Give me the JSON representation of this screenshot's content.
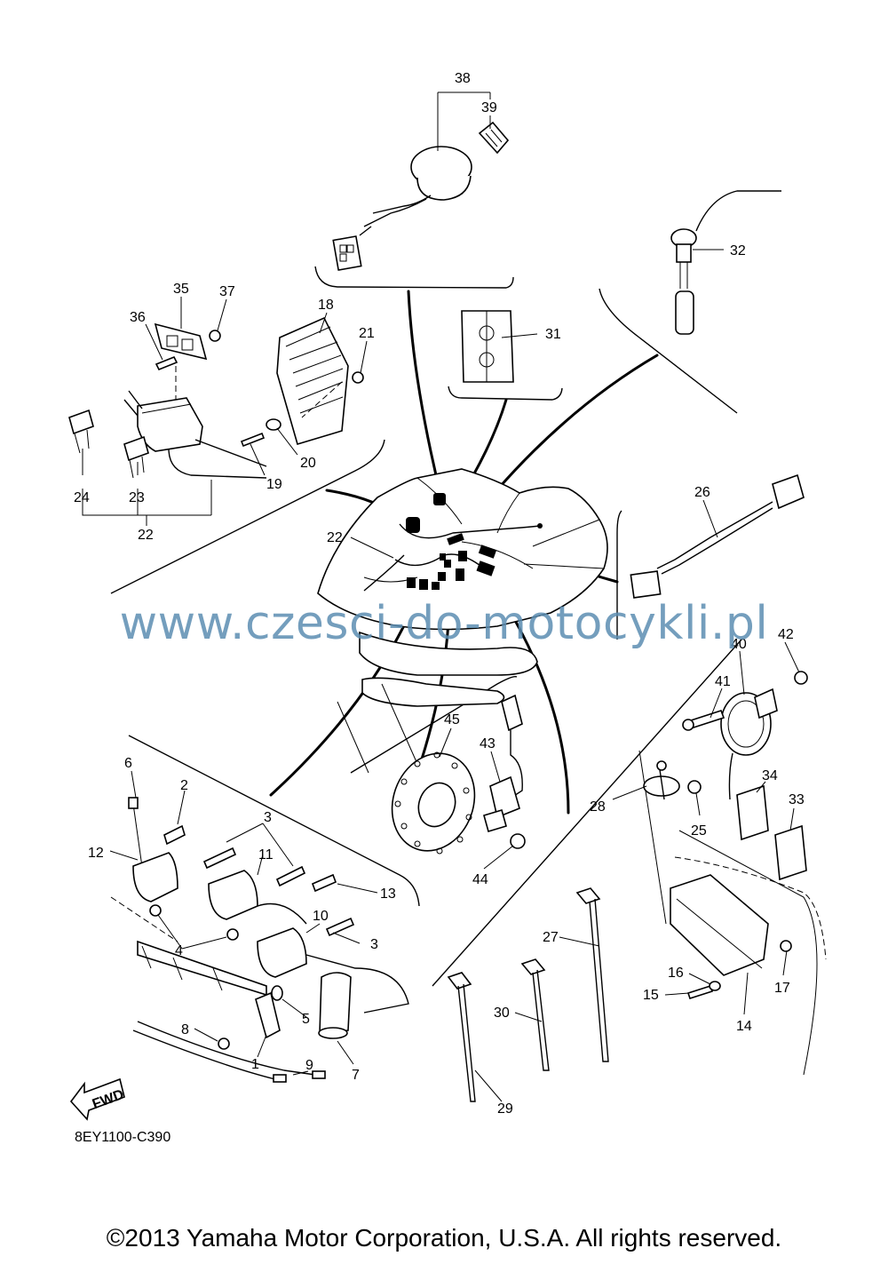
{
  "callouts": {
    "c1": "1",
    "c2": "2",
    "c3a": "3",
    "c3b": "3",
    "c4": "4",
    "c5": "5",
    "c6": "6",
    "c7": "7",
    "c8": "8",
    "c9": "9",
    "c10": "10",
    "c11": "11",
    "c12": "12",
    "c13": "13",
    "c14": "14",
    "c15": "15",
    "c16": "16",
    "c17": "17",
    "c18": "18",
    "c19": "19",
    "c20": "20",
    "c21": "21",
    "c22a": "22",
    "c22b": "22",
    "c23": "23",
    "c24": "24",
    "c25": "25",
    "c26": "26",
    "c27": "27",
    "c28": "28",
    "c29": "29",
    "c30": "30",
    "c31": "31",
    "c32": "32",
    "c33": "33",
    "c34": "34",
    "c35": "35",
    "c36": "36",
    "c37": "37",
    "c38": "38",
    "c39": "39",
    "c40": "40",
    "c41": "41",
    "c42": "42",
    "c43": "43",
    "c44": "44",
    "c45": "45"
  },
  "fwd_label": "FWD",
  "diagram_code": "8EY1100-C390",
  "watermark": "www.czesci-do-motocykli.pl",
  "copyright": "©2013 Yamaha Motor Corporation, U.S.A. All rights reserved."
}
